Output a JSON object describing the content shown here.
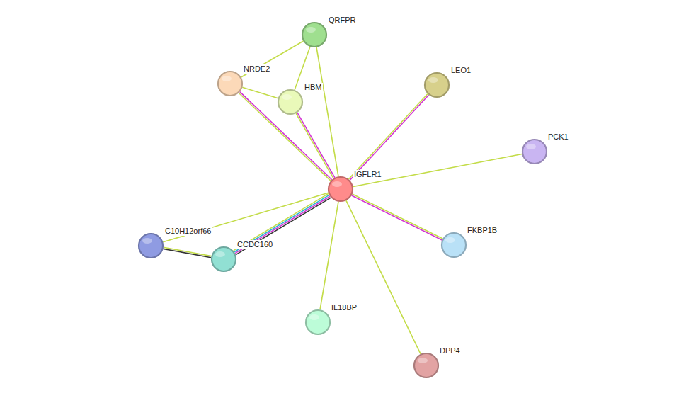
{
  "diagram": {
    "nodes": [
      {
        "text": [
          "QRFPR"
        ]
      },
      {
        "text": [
          "NRDE2"
        ]
      },
      {
        "text": [
          "HBM"
        ]
      },
      {
        "text": [
          "LEO1"
        ]
      },
      {
        "text": [
          "PCK1"
        ]
      },
      {
        "text": [
          "IGFLR1"
        ]
      },
      {
        "text": [
          "C10H12orf66"
        ]
      },
      {
        "text": [
          "CCDC160"
        ]
      },
      {
        "text": [
          "FKBP1B"
        ]
      },
      {
        "text": [
          "IL18BP"
        ]
      },
      {
        "text": [
          "DPP4"
        ]
      }
    ],
    "edges": [
      {
        "from": 0,
        "to": 1,
        "arrow": "none"
      },
      {
        "from": 0,
        "to": 2,
        "arrow": "none"
      },
      {
        "from": 0,
        "to": 5,
        "arrow": "none"
      },
      {
        "from": 1,
        "to": 2,
        "arrow": "none"
      },
      {
        "from": 1,
        "to": 5,
        "arrow": "none"
      },
      {
        "from": 2,
        "to": 5,
        "arrow": "none"
      },
      {
        "from": 3,
        "to": 5,
        "arrow": "none"
      },
      {
        "from": 4,
        "to": 5,
        "arrow": "none"
      },
      {
        "from": 6,
        "to": 5,
        "arrow": "none"
      },
      {
        "from": 6,
        "to": 7,
        "arrow": "none"
      },
      {
        "from": 7,
        "to": 5,
        "arrow": "none"
      },
      {
        "from": 8,
        "to": 5,
        "arrow": "none"
      },
      {
        "from": 9,
        "to": 5,
        "arrow": "none"
      },
      {
        "from": 10,
        "to": 5,
        "arrow": "none"
      }
    ]
  }
}
